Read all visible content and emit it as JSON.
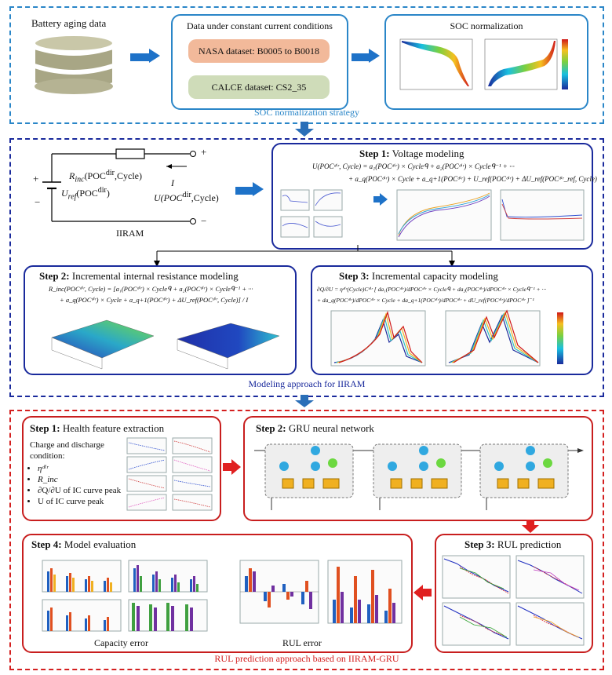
{
  "soc": {
    "battery_label": "Battery aging data",
    "data_box_title": "Data under constant current conditions",
    "nasa": "NASA dataset: B0005 to B0018",
    "calce": "CALCE dataset: CS2_35",
    "norm_title": "SOC normalization",
    "caption": "SOC normalization strategy"
  },
  "iiram": {
    "caption": "Modeling approach for IIRAM",
    "circuit_label": "IIRAM",
    "r_label": "R",
    "r_sub": "inc",
    "r_args": "(POC",
    "r_sup": "dir",
    "r_end": ",Cycle)",
    "u_ref": "U",
    "u_ref_sub": "ref",
    "u_ref_args": "(POC",
    "u_ref_sup": "dir",
    "u_ref_end": ")",
    "u_out": "U(POC",
    "u_out_sup": "dir",
    "u_out_end": ",Cycle)",
    "current": "I",
    "plus": "+",
    "minus": "−",
    "step1_num": "Step 1:",
    "step1_name": "Voltage modeling",
    "step1_eq1": "U(POCᵈⁱʳ, Cycle) = a₁(POCᵈⁱʳ) × Cycleᑫ + a₂(POCᵈⁱʳ) × Cycleᑫ⁻¹ + ···",
    "step1_eq2": "+ a_q(POCᵈⁱʳ) × Cycle + a_q+1(POCᵈⁱʳ) + U_ref(POCᵈⁱʳ) + ΔU_ref(POCᵈⁱʳ_ref, Cycle)",
    "step2_num": "Step 2:",
    "step2_name": "Incremental internal resistance modeling",
    "step2_eq1": "R_inc(POCᵈⁱʳ, Cycle) = [a₁(POCᵈⁱʳ) × Cycleᑫ + a₂(POCᵈⁱʳ) × Cycleᑫ⁻¹ + ···",
    "step2_eq2": "+ a_q(POCᵈⁱʳ) × Cycle + a_q+1(POCᵈⁱʳ) + ΔU_ref(POCᵈⁱʳ, Cycle)] / I",
    "step3_num": "Step 3:",
    "step3_name": "Incremental capacity modeling",
    "step3_eq1": "∂Q/∂U = ηᵈⁱʳ(Cycle)Cᵈⁱʳ [ da₁(POCᵈⁱʳ)/dPOCᵈⁱʳ × Cycleᑫ + da₂(POCᵈⁱʳ)/dPOCᵈⁱʳ × Cycleᑫ⁻¹ + ···",
    "step3_eq2": "+ da_q(POCᵈⁱʳ)/dPOCᵈⁱʳ × Cycle + da_q+1(POCᵈⁱʳ)/dPOCᵈⁱʳ + dU_ref(POCᵈⁱʳ)/dPOCᵈⁱʳ ]⁻¹"
  },
  "rul": {
    "caption": "RUL prediction approach based on IIRAM-GRU",
    "step1_num": "Step 1:",
    "step1_name": "Health feature extraction",
    "cond_line1": "Charge and discharge",
    "cond_line2": "condition:",
    "features": [
      "ηᵈⁱʳ",
      "R_inc",
      "∂Q/∂U of IC curve peak",
      "U of IC curve peak"
    ],
    "step2_num": "Step 2:",
    "step2_name": "GRU neural network",
    "step3_num": "Step 3:",
    "step3_name": "RUL prediction",
    "step4_num": "Step 4:",
    "step4_name": "Model evaluation",
    "capacity_error": "Capacity error",
    "rul_error": "RUL error"
  }
}
